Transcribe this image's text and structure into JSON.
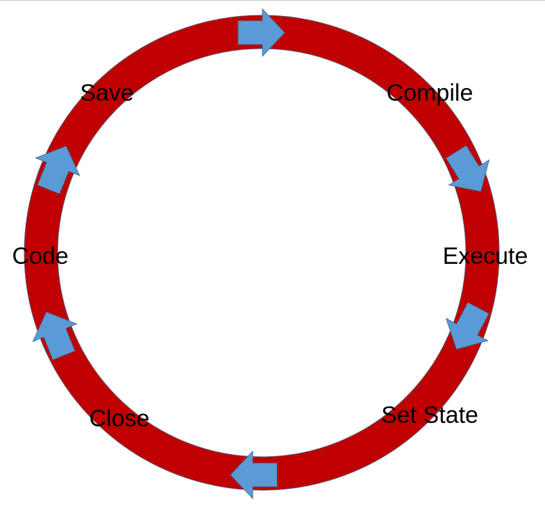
{
  "diagram": {
    "stages": [
      {
        "id": "save",
        "label": "Save"
      },
      {
        "id": "compile",
        "label": "Compile"
      },
      {
        "id": "execute",
        "label": "Execute"
      },
      {
        "id": "set-state",
        "label": "Set State"
      },
      {
        "id": "close",
        "label": "Close"
      },
      {
        "id": "code",
        "label": "Code"
      }
    ],
    "arrows": [
      {
        "from": "save",
        "to": "compile",
        "icon": "arrow-icon"
      },
      {
        "from": "compile",
        "to": "execute",
        "icon": "arrow-icon"
      },
      {
        "from": "execute",
        "to": "set-state",
        "icon": "arrow-icon"
      },
      {
        "from": "set-state",
        "to": "close",
        "icon": "arrow-icon"
      },
      {
        "from": "close",
        "to": "code",
        "icon": "arrow-icon"
      },
      {
        "from": "code",
        "to": "save",
        "icon": "arrow-icon"
      }
    ],
    "colors": {
      "ring": "#c00000",
      "ring_outline": "#5a5a78",
      "arrow_fill": "#5b9bd5",
      "arrow_stroke": "#41719c",
      "label": "#000000"
    }
  }
}
